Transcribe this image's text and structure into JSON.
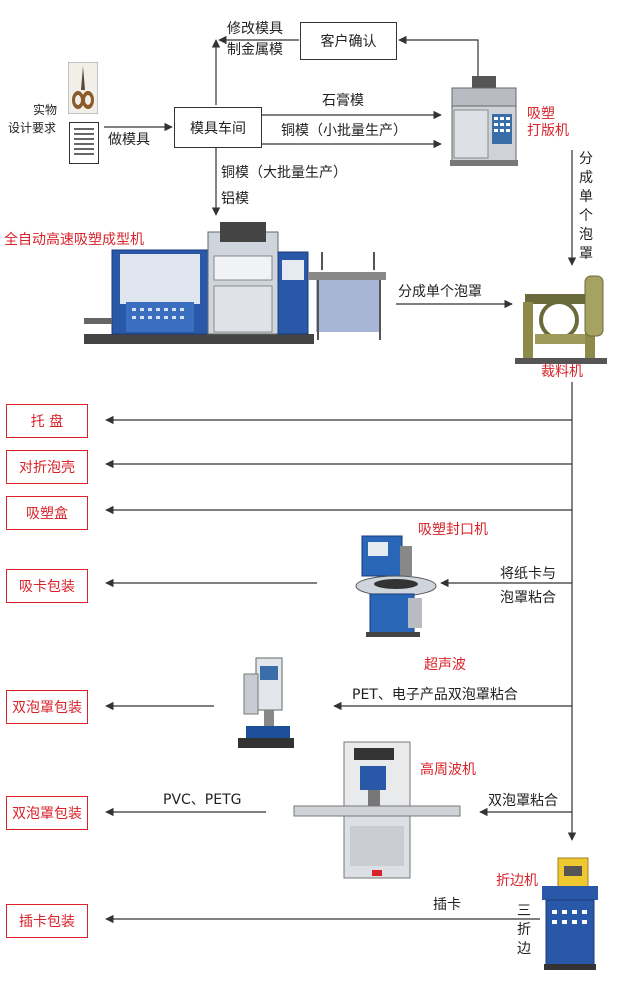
{
  "colors": {
    "accent": "#d9232a",
    "line": "#333333"
  },
  "source": {
    "line1": "实物",
    "line2": "设计要求"
  },
  "steps": {
    "make_mold": "做模具",
    "mold_workshop": "模具车间",
    "customer_confirm": "客户确认",
    "modify_mold": "修改模具",
    "sheet_metal_mold": "制金属模",
    "plaster_mold": "石膏模",
    "copper_small": "铜模（小批量生产）",
    "copper_large": "铜模（大批量生产）",
    "aluminum_mold": "铝模",
    "split_single": "分成单个泡罩",
    "split_vertical": "分成单个泡罩",
    "stick_card_1": "将纸卡与",
    "stick_card_2": "泡罩粘合",
    "pet_bond": "PET、电子产品双泡罩粘合",
    "double_bond": "双泡罩粘合",
    "pvc_petg": "PVC、PETG",
    "insert_card": "插卡",
    "three_fold": "三折边"
  },
  "machines": {
    "proof_machine": "吸塑打版机",
    "auto_forming": "全自动高速吸塑成型机",
    "cutting": "裁料机",
    "sealing": "吸塑封口机",
    "ultrasonic": "超声波",
    "high_freq": "高周波机",
    "folding": "折边机"
  },
  "products": [
    "托  盘",
    "对折泡壳",
    "吸塑盒",
    "吸卡包装",
    "双泡罩包装",
    "双泡罩包装",
    "插卡包装"
  ]
}
